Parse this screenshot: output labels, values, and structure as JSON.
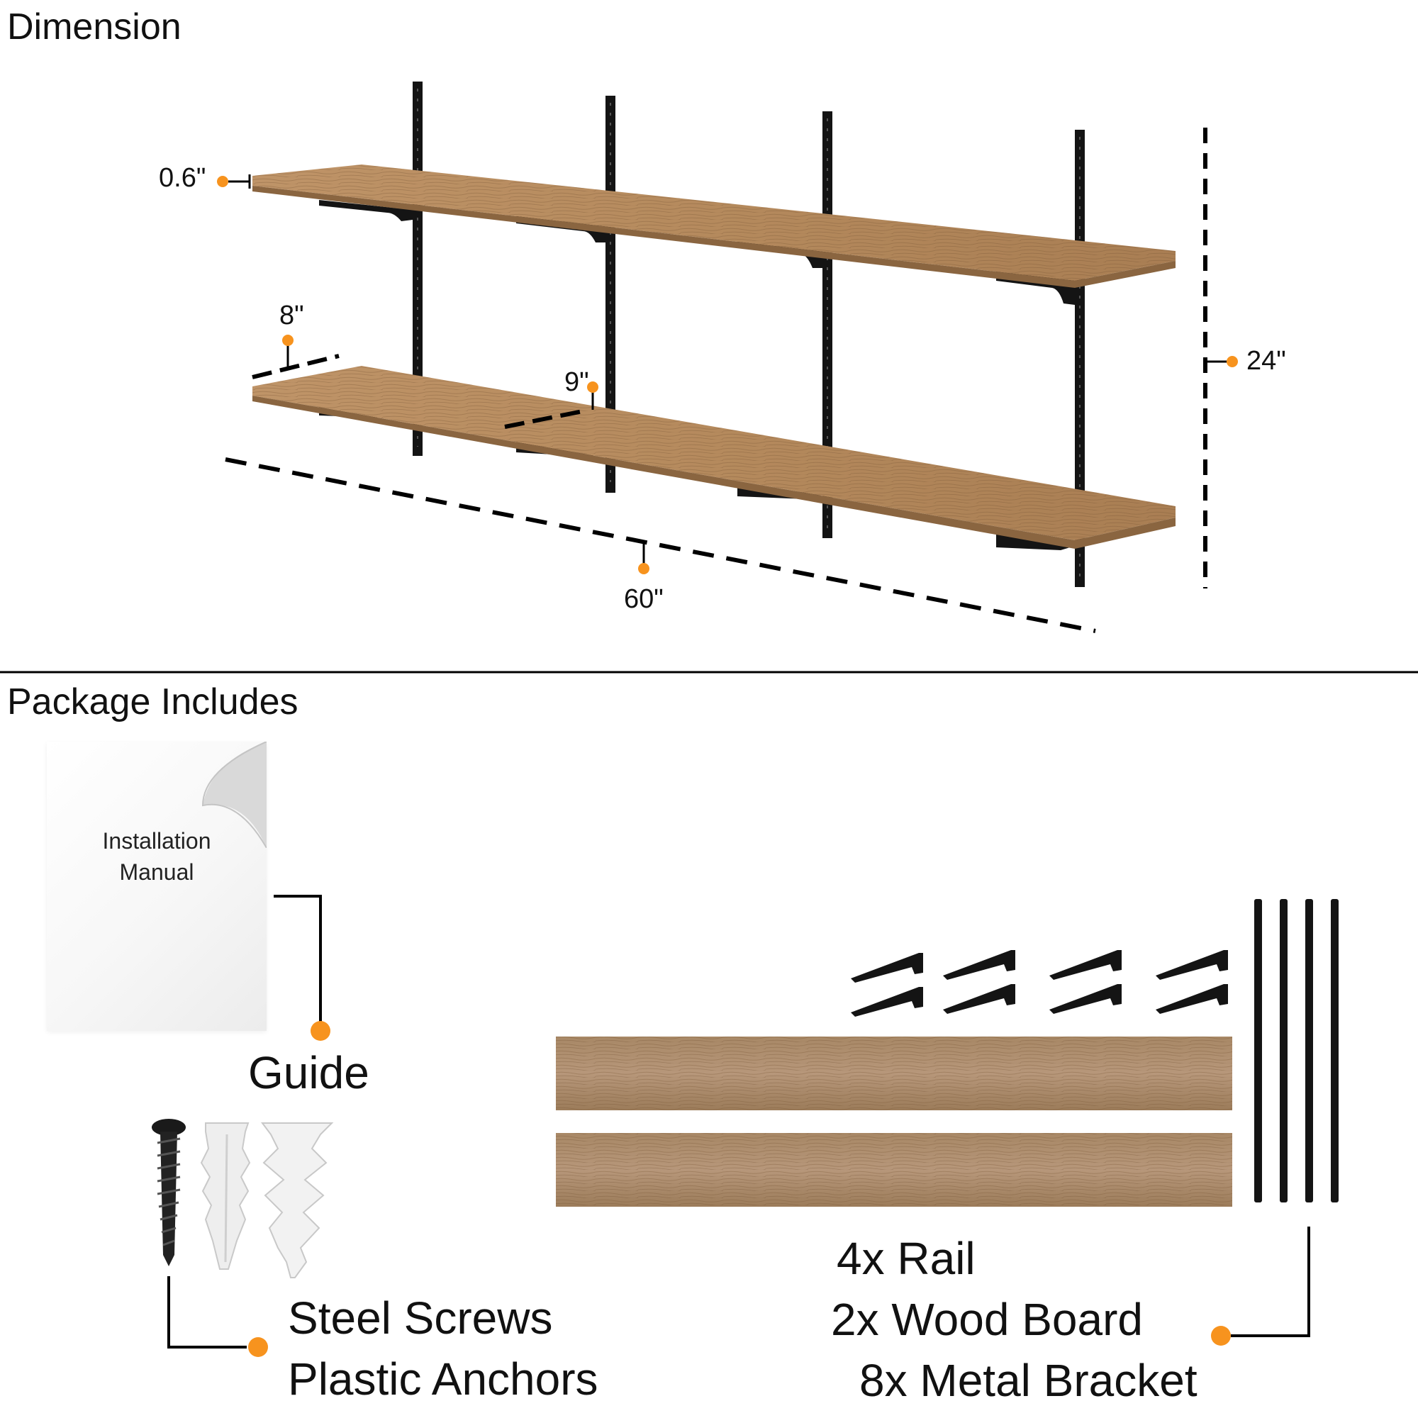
{
  "dimension": {
    "title": "Dimension",
    "labels": {
      "thickness": "0.6\"",
      "depth": "8\"",
      "bracket_depth": "9\"",
      "length": "60\"",
      "height": "24\""
    }
  },
  "package": {
    "title": "Package Includes",
    "manual_text": "Installation\nManual",
    "guide_label": "Guide",
    "hardware_labels": [
      "Steel Screws",
      "Plastic Anchors"
    ],
    "parts_labels": [
      "4x Rail",
      "2x Wood Board",
      "8x Metal Bracket"
    ]
  },
  "colors": {
    "accent": "#f7931e",
    "wood": "#b48a5e",
    "metal": "#1a1a1a",
    "line": "#000000"
  }
}
